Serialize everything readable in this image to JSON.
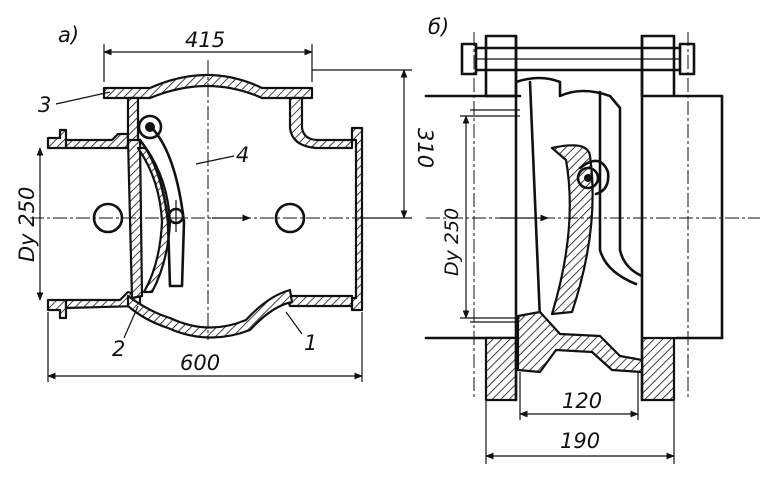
{
  "view_a": {
    "label": "а)",
    "dim_top": "415",
    "dim_right": "310",
    "dim_left": "Dy 250",
    "dim_bottom": "600",
    "callouts": [
      "1",
      "2",
      "3",
      "4"
    ]
  },
  "view_b": {
    "label": "б)",
    "dim_left": "Dy 250",
    "dim_inner": "120",
    "dim_outer": "190"
  }
}
